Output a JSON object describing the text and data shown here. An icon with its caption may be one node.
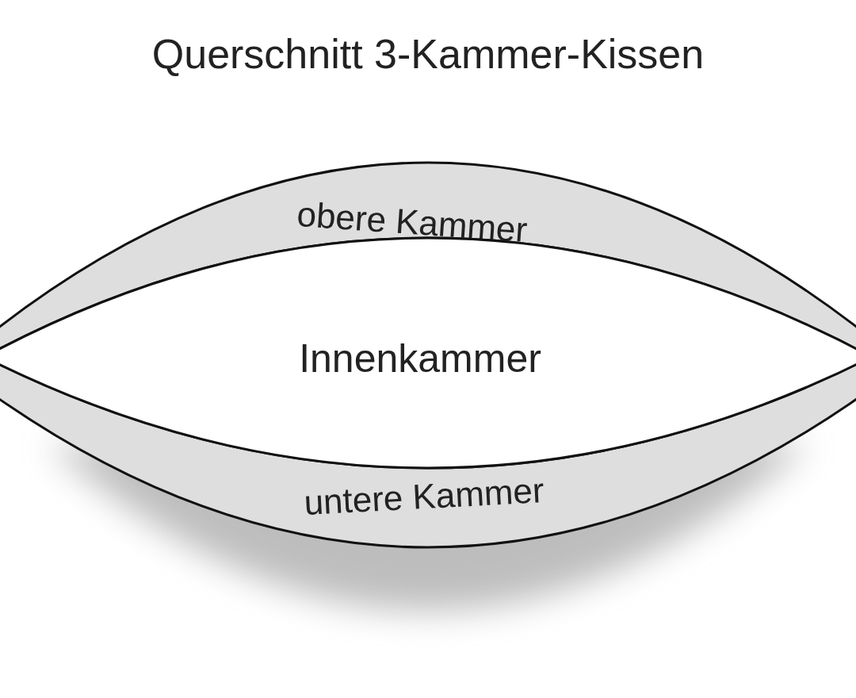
{
  "diagram": {
    "title": "Querschnitt 3-Kammer-Kissen",
    "nodes": [
      {
        "text": [
          "obere Kammer"
        ]
      },
      {
        "text": [
          "Innenkammer"
        ]
      },
      {
        "text": [
          "untere Kammer"
        ]
      }
    ],
    "edges": []
  }
}
